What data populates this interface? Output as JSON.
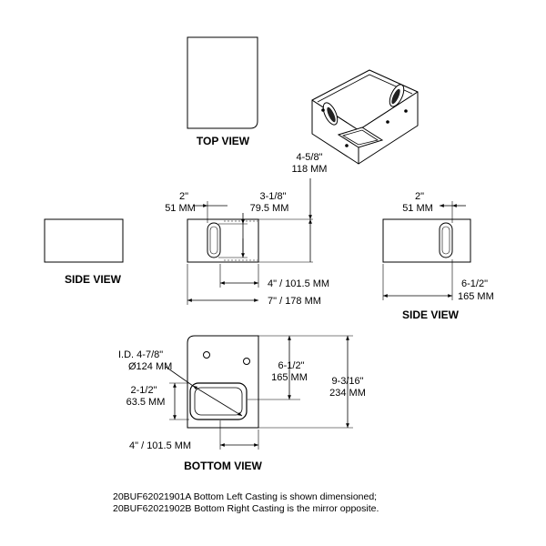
{
  "labels": {
    "top_view": "TOP VIEW",
    "side_view_left": "SIDE VIEW",
    "side_view_right": "SIDE VIEW",
    "bottom_view": "BOTTOM VIEW"
  },
  "dimensions": {
    "height_in": "4-5/8\"",
    "height_mm": "118 MM",
    "front_left_in": "2\"",
    "front_left_mm": "51 MM",
    "front_opening_in": "3-1/8\"",
    "front_opening_mm": "79.5 MM",
    "front_depth": "4\" / 101.5 MM",
    "front_width": "7\" / 178 MM",
    "right_left_in": "2\"",
    "right_left_mm": "51 MM",
    "right_width_in": "6-1/2\"",
    "right_width_mm": "165 MM",
    "id_line1": "I.D. 4-7/8\"",
    "id_line2": "Ø124 MM",
    "bottom_left_in": "2-1/2\"",
    "bottom_left_mm": "63.5 MM",
    "bottom_mid_in": "6-1/2\"",
    "bottom_mid_mm": "165 MM",
    "bottom_total_in": "9-3/16\"",
    "bottom_total_mm": "234 MM",
    "bottom_width": "4\" / 101.5 MM"
  },
  "notes": {
    "line1": "20BUF62021901A Bottom Left Casting is shown dimensioned;",
    "line2": "20BUF62021902B Bottom Right Casting is the mirror opposite."
  }
}
